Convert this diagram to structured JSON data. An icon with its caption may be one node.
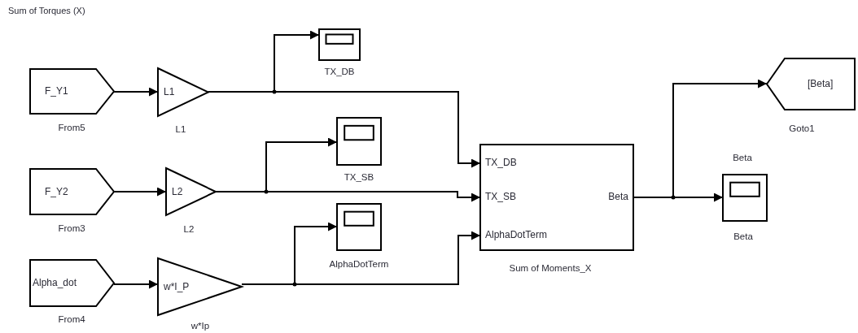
{
  "diagram": {
    "title": "Sum of Torques (X)",
    "nodes": [
      {
        "text": [
          "F_Y1"
        ],
        "beside": [
          "From5"
        ]
      },
      {
        "text": [
          "L1"
        ],
        "beside": [
          "L1"
        ]
      },
      {
        "text": [],
        "shape": "box",
        "beside": [
          "TX_DB"
        ]
      },
      {
        "text": [
          "F_Y2"
        ],
        "beside": [
          "From3"
        ]
      },
      {
        "text": [
          "L2"
        ],
        "beside": [
          "L2"
        ]
      },
      {
        "text": [],
        "shape": "box",
        "beside": [
          "TX_SB"
        ]
      },
      {
        "text": [
          "Alpha_dot"
        ],
        "beside": [
          "From4"
        ]
      },
      {
        "text": [
          "w*I_P"
        ],
        "beside": [
          "w*Ip"
        ]
      },
      {
        "text": [],
        "shape": "box",
        "beside": [
          "AlphaDotTerm"
        ]
      },
      {
        "text": [
          "TX_DB",
          "TX_SB",
          "AlphaDotTerm",
          "Beta"
        ],
        "beside": [
          "Sum of Moments_X"
        ]
      },
      {
        "text": [
          "[Beta]"
        ],
        "beside": [
          "Goto1"
        ]
      },
      {
        "text": [],
        "shape": "box",
        "beside": [
          "Beta"
        ]
      }
    ],
    "edges": [
      {
        "from": 0,
        "to": 1,
        "arrow": "to"
      },
      {
        "from": 1,
        "to": 2,
        "arrow": "to"
      },
      {
        "from": 1,
        "to": 9,
        "arrow": "to"
      },
      {
        "from": 3,
        "to": 4,
        "arrow": "to"
      },
      {
        "from": 4,
        "to": 5,
        "arrow": "to"
      },
      {
        "from": 4,
        "to": 9,
        "arrow": "to"
      },
      {
        "from": 6,
        "to": 7,
        "arrow": "to"
      },
      {
        "from": 7,
        "to": 8,
        "arrow": "to"
      },
      {
        "from": 7,
        "to": 9,
        "arrow": "to"
      },
      {
        "from": 9,
        "to": 10,
        "arrow": "to"
      },
      {
        "from": 9,
        "to": 11,
        "arrow": "to"
      }
    ],
    "labels": [
      "Beta"
    ]
  }
}
